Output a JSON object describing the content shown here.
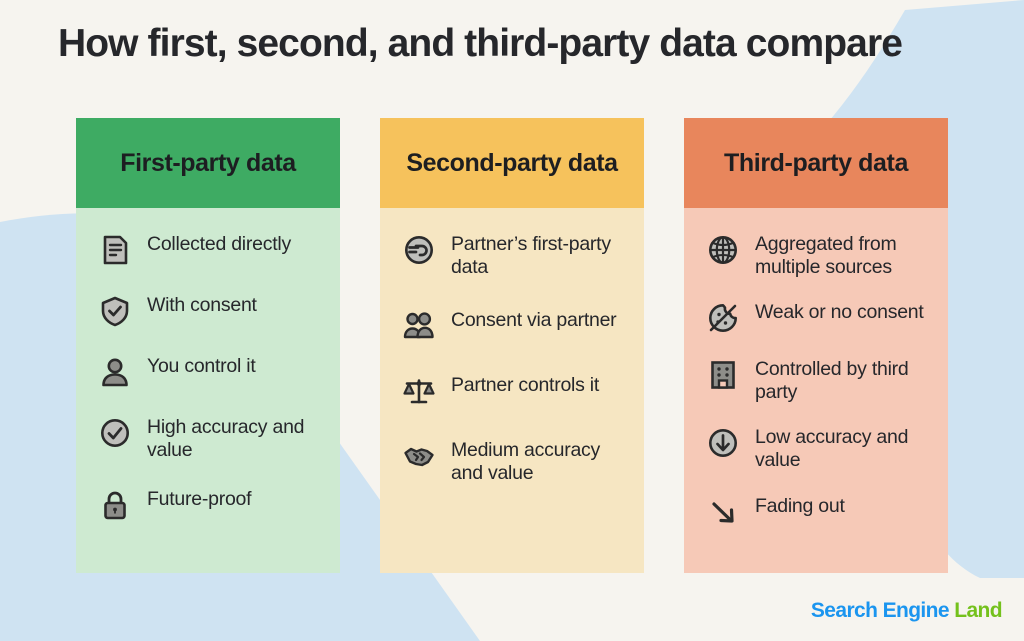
{
  "page": {
    "title": "How first, second, and third-party data compare",
    "background_color": "#f6f4ef",
    "blob_color": "#cfe3f2"
  },
  "logo": {
    "part1": "Search Engine",
    "part2": "Land",
    "color1": "#1b95ef",
    "color2": "#74c11c"
  },
  "columns": [
    {
      "title": "First-party data",
      "header_color": "#3eab63",
      "body_color": "#ceead1",
      "items": [
        {
          "icon": "document-icon",
          "text": "Collected directly"
        },
        {
          "icon": "shield-check-icon",
          "text": "With consent"
        },
        {
          "icon": "person-icon",
          "text": "You control it"
        },
        {
          "icon": "check-circle-icon",
          "text": "High accuracy and value"
        },
        {
          "icon": "lock-icon",
          "text": "Future-proof"
        }
      ]
    },
    {
      "title": "Second-party data",
      "header_color": "#f6c25c",
      "body_color": "#f6e6c2",
      "items": [
        {
          "icon": "data-transfer-icon",
          "text": "Partner’s first-party data"
        },
        {
          "icon": "two-people-icon",
          "text": "Consent via partner"
        },
        {
          "icon": "scales-icon",
          "text": "Partner controls it"
        },
        {
          "icon": "handshake-icon",
          "text": "Medium accuracy and value"
        }
      ]
    },
    {
      "title": "Third-party data",
      "header_color": "#e8865c",
      "body_color": "#f6c9b7",
      "items": [
        {
          "icon": "globe-icon",
          "text": "Aggregated from multiple sources"
        },
        {
          "icon": "cookie-icon",
          "text": "Weak or no consent"
        },
        {
          "icon": "building-icon",
          "text": "Controlled by third party"
        },
        {
          "icon": "arrow-down-circle-icon",
          "text": "Low accuracy and value"
        },
        {
          "icon": "arrow-diagonal-down-icon",
          "text": "Fading out"
        }
      ]
    }
  ]
}
